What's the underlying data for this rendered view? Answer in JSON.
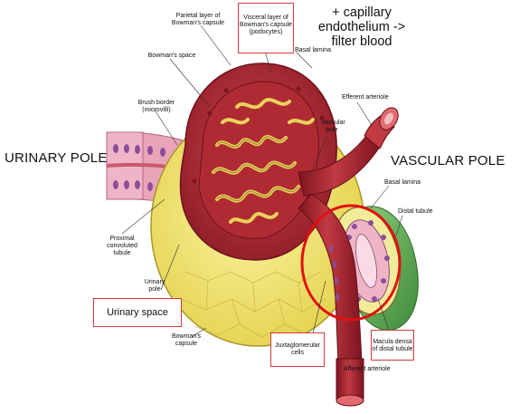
{
  "diagram": {
    "side_labels": {
      "left": "URINARY POLE",
      "right": "VASCULAR POLE"
    },
    "note_lines": [
      "+ capillary",
      "endothelium ->",
      "filter blood"
    ],
    "labels": {
      "parietal_layer": [
        "Parietal layer of",
        "Bowman's capsule"
      ],
      "visceral_layer": [
        "Visceral layer of",
        "Bowman's capsule",
        "(podocytes)"
      ],
      "basal_lamina_top": "Basal lamina",
      "bowmans_space": "Bowman's space",
      "brush_border": [
        "Brush border",
        "(microvilli)"
      ],
      "efferent_arteriole": [
        "Efferent arteriole"
      ],
      "vascular_pole_small": [
        "Vascular",
        "pole"
      ],
      "basal_lamina_right": "Basal lamina",
      "distal_tubule": "Distal tubule",
      "proximal_tubule": [
        "Proximal",
        "convoluted",
        "tubule"
      ],
      "urinary_pole_small": [
        "Urinary",
        "pole"
      ],
      "urinary_space": "Urinary space",
      "bowmans_capsule": [
        "Bowman's",
        "capsule"
      ],
      "juxtaglomerular": [
        "Juxtaglomerular",
        "cells"
      ],
      "macula_densa": [
        "Macula densa",
        "of distal tubule"
      ],
      "afferent_arteriole": "Afferent arteriole"
    },
    "colors": {
      "capsule_yellow": "#f2e873",
      "capillary_red": "#b8323a",
      "vessel_red": "#a8202c",
      "tubule_pink": "#e9a4b8",
      "nucleus_purple": "#8a4e9c",
      "distal_green": "#62a85c",
      "highlight_box": "#d43a3a",
      "highlight_circle": "#e01010"
    }
  }
}
